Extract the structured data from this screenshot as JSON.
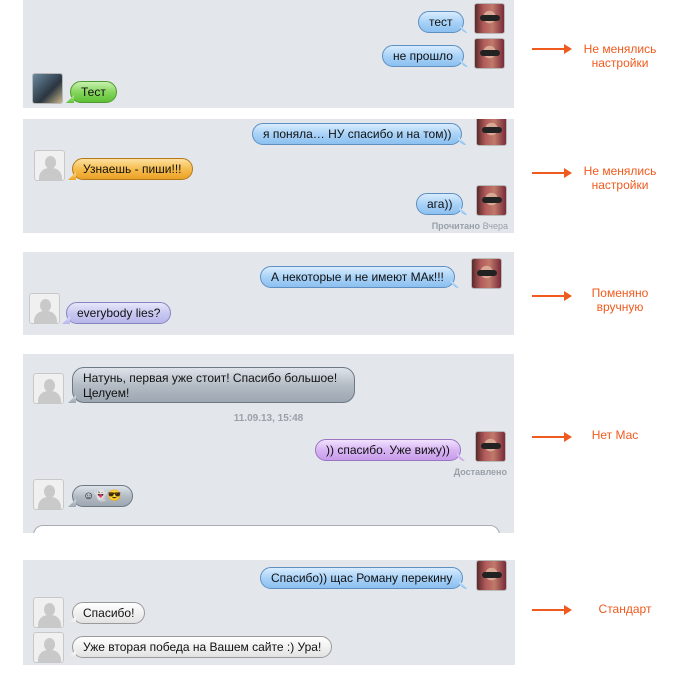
{
  "panels": [
    {
      "messages": [
        {
          "side": "right",
          "text": "тест",
          "color": "blue"
        },
        {
          "side": "right",
          "text": "не прошло",
          "color": "blue"
        },
        {
          "side": "left",
          "text": "Тест",
          "color": "green"
        }
      ]
    },
    {
      "messages": [
        {
          "side": "right",
          "text": "я поняла… НУ спасибо и на том))",
          "color": "blue"
        },
        {
          "side": "left",
          "text": "Узнаешь - пиши!!!",
          "color": "orange"
        },
        {
          "side": "right",
          "text": "ага))",
          "color": "blue"
        }
      ],
      "status": "Прочитано",
      "status_time": "Вчера"
    },
    {
      "messages": [
        {
          "side": "right",
          "text": "А некоторые и не имеют МАк!!!",
          "color": "blue"
        },
        {
          "side": "left",
          "text": "everybody lies?",
          "color": "lavender"
        }
      ]
    },
    {
      "messages": [
        {
          "side": "left",
          "text": "Натунь, первая уже стоит! Спасибо большое! Целуем!",
          "color": "gray"
        },
        {
          "side": "right",
          "text": ")) спасибо. Уже вижу))",
          "color": "violet"
        },
        {
          "side": "left",
          "text": "☺👻😎",
          "color": "gray"
        }
      ],
      "timestamp": "11.09.13, 15:48",
      "status": "Доставлено"
    },
    {
      "messages": [
        {
          "side": "right",
          "text": "Спасибо)) щас Роману перекину",
          "color": "blue"
        },
        {
          "side": "left",
          "text": "Спасибо!",
          "color": "white"
        },
        {
          "side": "left",
          "text": "Уже вторая победа на Вашем сайте :) Ура!",
          "color": "white"
        }
      ]
    }
  ],
  "annotations": [
    "Не менялись\nнастройки",
    "Не менялись\nнастройки",
    "Поменяно\nвручную",
    "Нет Мас",
    "Стандарт"
  ],
  "colors": {
    "accent": "#f05a1e",
    "panel_bg": "#e3e7ec"
  }
}
